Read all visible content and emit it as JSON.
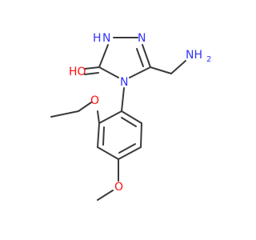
{
  "molecule": {
    "atoms": {
      "n1h": {
        "element": "N",
        "label": "H"
      },
      "n1": {
        "element": "N",
        "label": "N"
      },
      "n2": {
        "element": "N",
        "label": "N"
      },
      "n4": {
        "element": "N",
        "label": "N"
      },
      "o_carbonyl": {
        "element": "O",
        "label": "HO"
      },
      "nh2": {
        "element": "N",
        "label": "NH"
      },
      "nh2_sub": {
        "element": "N",
        "label": "2"
      },
      "o_methoxy_2": {
        "element": "O",
        "label": "O"
      },
      "o_methoxy_4": {
        "element": "O",
        "label": "O"
      }
    }
  },
  "colors": {
    "bond": "#3a3a3a",
    "nitrogen": "#3333ff",
    "oxygen": "#ff0d0d",
    "background": "#ffffff"
  }
}
